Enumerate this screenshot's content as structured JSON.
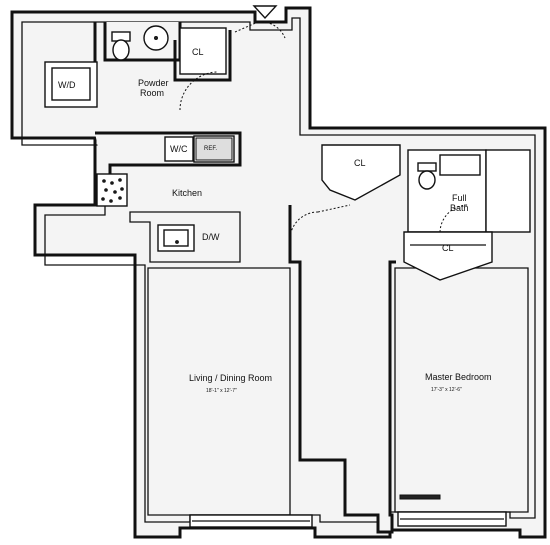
{
  "plan": {
    "rooms": {
      "wd": "W/D",
      "powder_line1": "Powder",
      "powder_line2": "Room",
      "cl_entry": "CL",
      "wc": "W/C",
      "ref": "REF.",
      "kitchen": "Kitchen",
      "dw": "D/W",
      "cl_bedroom": "CL",
      "full_bath_line1": "Full",
      "full_bath_line2": "Bath",
      "cl_master": "CL",
      "living_name": "Living / Dining Room",
      "living_dims": "18'-1\" x 12'-7\"",
      "bedroom_name": "Master Bedroom",
      "bedroom_dims": "17'-3\" x 12'-6\""
    }
  }
}
